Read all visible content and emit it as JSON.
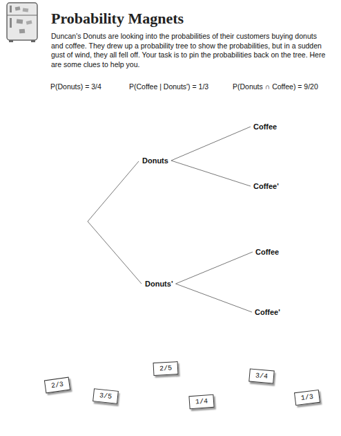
{
  "diagram": {
    "title": "Probability Magnets",
    "caption": "Duncan's Donuts are looking into the probabilities of their customers buying donuts and coffee. They drew up a probability tree to show the probabilities, but in a sudden gust of wind, they all fell off. Your task is to pin the probabilities back on the tree. Here are some clues to help you.",
    "nodes": [
      {
        "text": [
          "Coffee"
        ]
      },
      {
        "text": [
          "Donuts"
        ]
      },
      {
        "text": [
          "Coffee'"
        ]
      },
      {
        "text": [
          "Coffee"
        ]
      },
      {
        "text": [
          "Donuts'"
        ]
      },
      {
        "text": [
          "Coffee'"
        ]
      },
      {
        "text": [
          "2/5"
        ]
      },
      {
        "text": [
          "3/4"
        ]
      },
      {
        "text": [
          "2/3"
        ]
      },
      {
        "text": [
          "3/5"
        ]
      },
      {
        "text": [
          "1/3"
        ]
      },
      {
        "text": [
          "1/4"
        ]
      }
    ],
    "edges": [
      {
        "from": 1,
        "to": 0,
        "arrow": "none"
      },
      {
        "from": 1,
        "to": 2,
        "arrow": "none"
      },
      {
        "from": 4,
        "to": 3,
        "arrow": "none"
      },
      {
        "from": 4,
        "to": 5,
        "arrow": "none"
      }
    ],
    "labels": [
      "P(Donuts) = 3/4",
      "P(Coffee | Donuts') = 1/3",
      "P(Donuts ∩ Coffee) = 9/20"
    ]
  }
}
